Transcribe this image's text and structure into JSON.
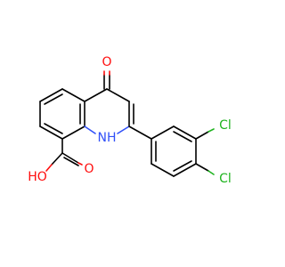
{
  "molecule": {
    "atoms": {
      "ketone_oxygen": "O",
      "ring_nitrogen": "H​N",
      "nh_label": "NH",
      "acid_oxygen_h": "HO",
      "acid_oxygen": "O",
      "chlorine_top": "Cl",
      "chlorine_bottom": "Cl"
    },
    "colors": {
      "oxygen": "#ff0d0d",
      "nitrogen": "#3050f8",
      "chlorine": "#1fb31f",
      "carbon_bond": "#000000",
      "background": "#ffffff"
    }
  }
}
